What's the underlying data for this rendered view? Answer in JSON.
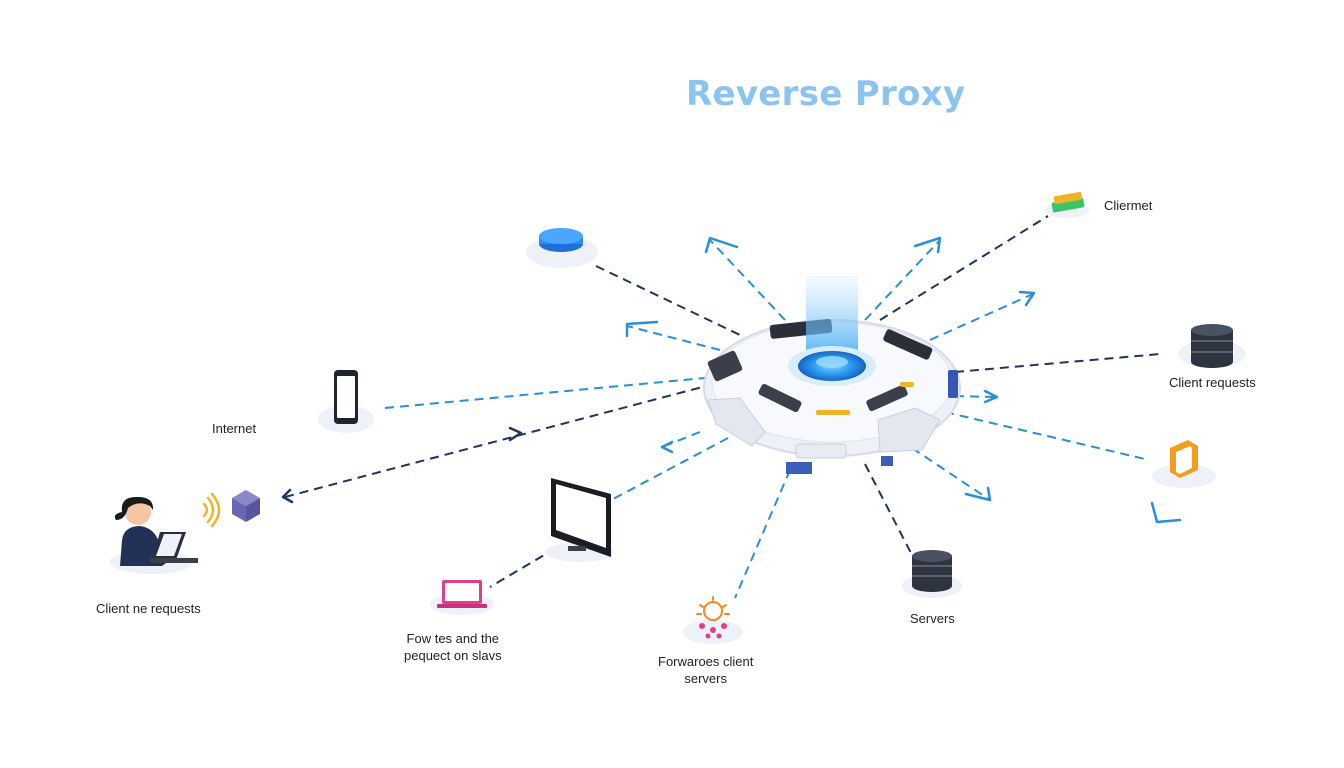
{
  "title": "Reverse Proxy",
  "labels": {
    "internet": "Internet",
    "client_requests_left": "Client ne requests",
    "forwards_line1": "Fow tes and the",
    "forwards_line2": "pequect on slavs",
    "forwarded_line1": "Forwaroes client",
    "forwarded_line2": "servers",
    "servers": "Servers",
    "client_requests_right": "Client requests",
    "cliermet": "Cliermet"
  },
  "colors": {
    "title": "#8cc3ef",
    "arrow_dark": "#1f3460",
    "arrow_blue": "#2a8fd8",
    "hub_glow": "#2d9cf0",
    "database": "#2d3440"
  },
  "icons": [
    "person-laptop-icon",
    "wifi-icon",
    "cube-icon",
    "smartphone-icon",
    "cloud-disc-icon",
    "monitor-icon",
    "laptop-icon",
    "sun-network-icon",
    "database-icon",
    "box-icon",
    "stack-icon",
    "reverse-proxy-hub-icon"
  ]
}
